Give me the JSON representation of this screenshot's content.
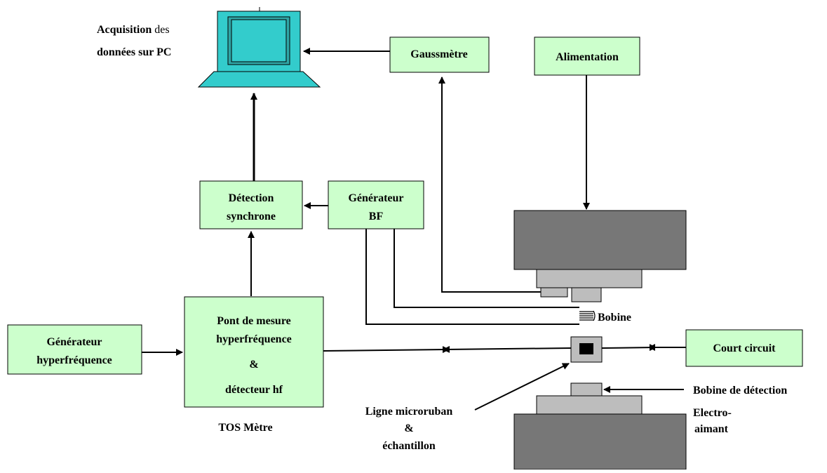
{
  "pc": {
    "label_line1_bold": "Acquisition",
    "label_line1_rest": " des",
    "label_line2": "données sur PC"
  },
  "blocks": {
    "gaussmetre": "Gaussmètre",
    "alimentation": "Alimentation",
    "detection_line1": "Détection",
    "detection_line2": "synchrone",
    "generateur_bf_line1": "Générateur",
    "generateur_bf_line2": "BF",
    "generateur_hf_line1": "Générateur",
    "generateur_hf_line2": "hyperfréquence",
    "pont_line1": "Pont de mesure",
    "pont_line2": "hyperfréquence",
    "pont_line3": "&",
    "pont_line4": "détecteur hf",
    "court_circuit": "Court circuit"
  },
  "labels": {
    "tos_metre": "TOS Mètre",
    "bobine": "Bobine",
    "bobine_detection": "Bobine de détection",
    "electro_line1": "Electro-",
    "electro_line2": "aimant",
    "ligne_line1": "Ligne microruban",
    "ligne_line2": "&",
    "ligne_line3": "échantillon"
  },
  "colors": {
    "block_fill": "#ccffcc",
    "computer": "#33cccc",
    "magnet": "#777777",
    "magnet_light": "#bdbdbd"
  }
}
